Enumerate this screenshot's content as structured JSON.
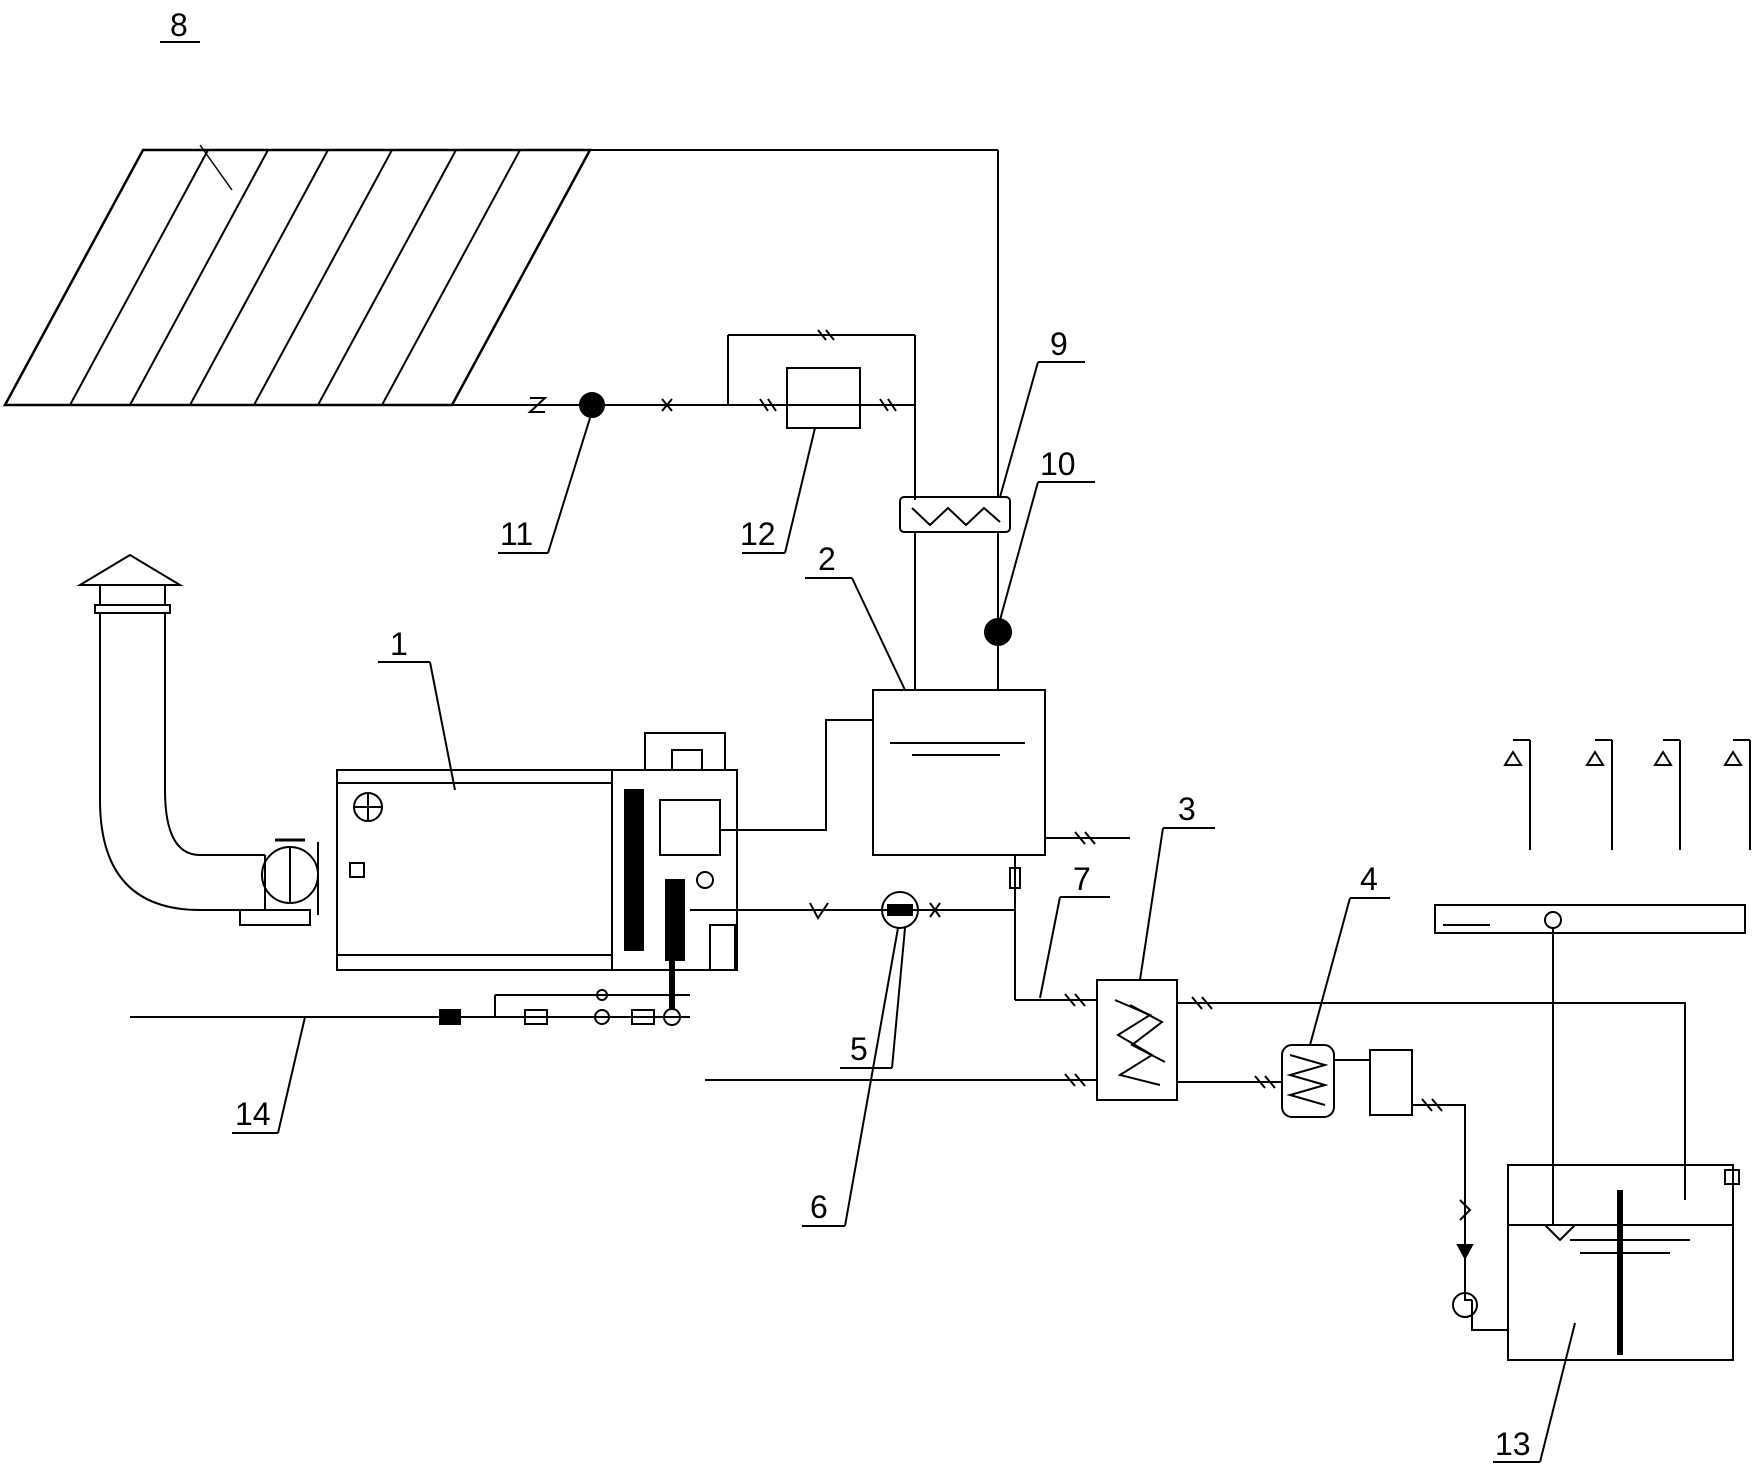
{
  "colors": {
    "line": "#000000",
    "background": "#ffffff"
  },
  "labels": {
    "n1": "1",
    "n2": "2",
    "n3": "3",
    "n4": "4",
    "n5": "5",
    "n6": "6",
    "n7": "7",
    "n8": "8",
    "n9": "9",
    "n10": "10",
    "n11": "11",
    "n12": "12",
    "n13": "13",
    "n14": "14"
  }
}
